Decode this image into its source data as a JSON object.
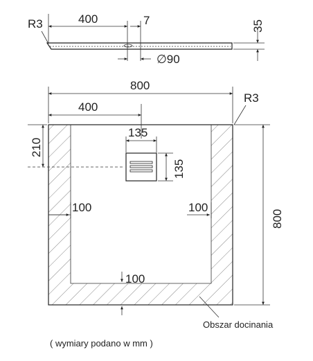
{
  "side_view": {
    "radius": "R3",
    "half_width": "400",
    "drain_offset": "7",
    "height": "35",
    "drain_diameter": "∅90"
  },
  "top_view": {
    "width": "800",
    "half_width": "400",
    "radius": "R3",
    "drain_offset_y": "210",
    "drain_w": "135",
    "drain_h": "135",
    "margin_left": "100",
    "margin_right": "100",
    "margin_bottom": "100",
    "depth": "800",
    "trim_area_label": "Obszar docinania"
  },
  "footnote": "( wymiary podano w mm )",
  "colors": {
    "line": "#333333",
    "hatch": "#666666",
    "text": "#222222"
  }
}
